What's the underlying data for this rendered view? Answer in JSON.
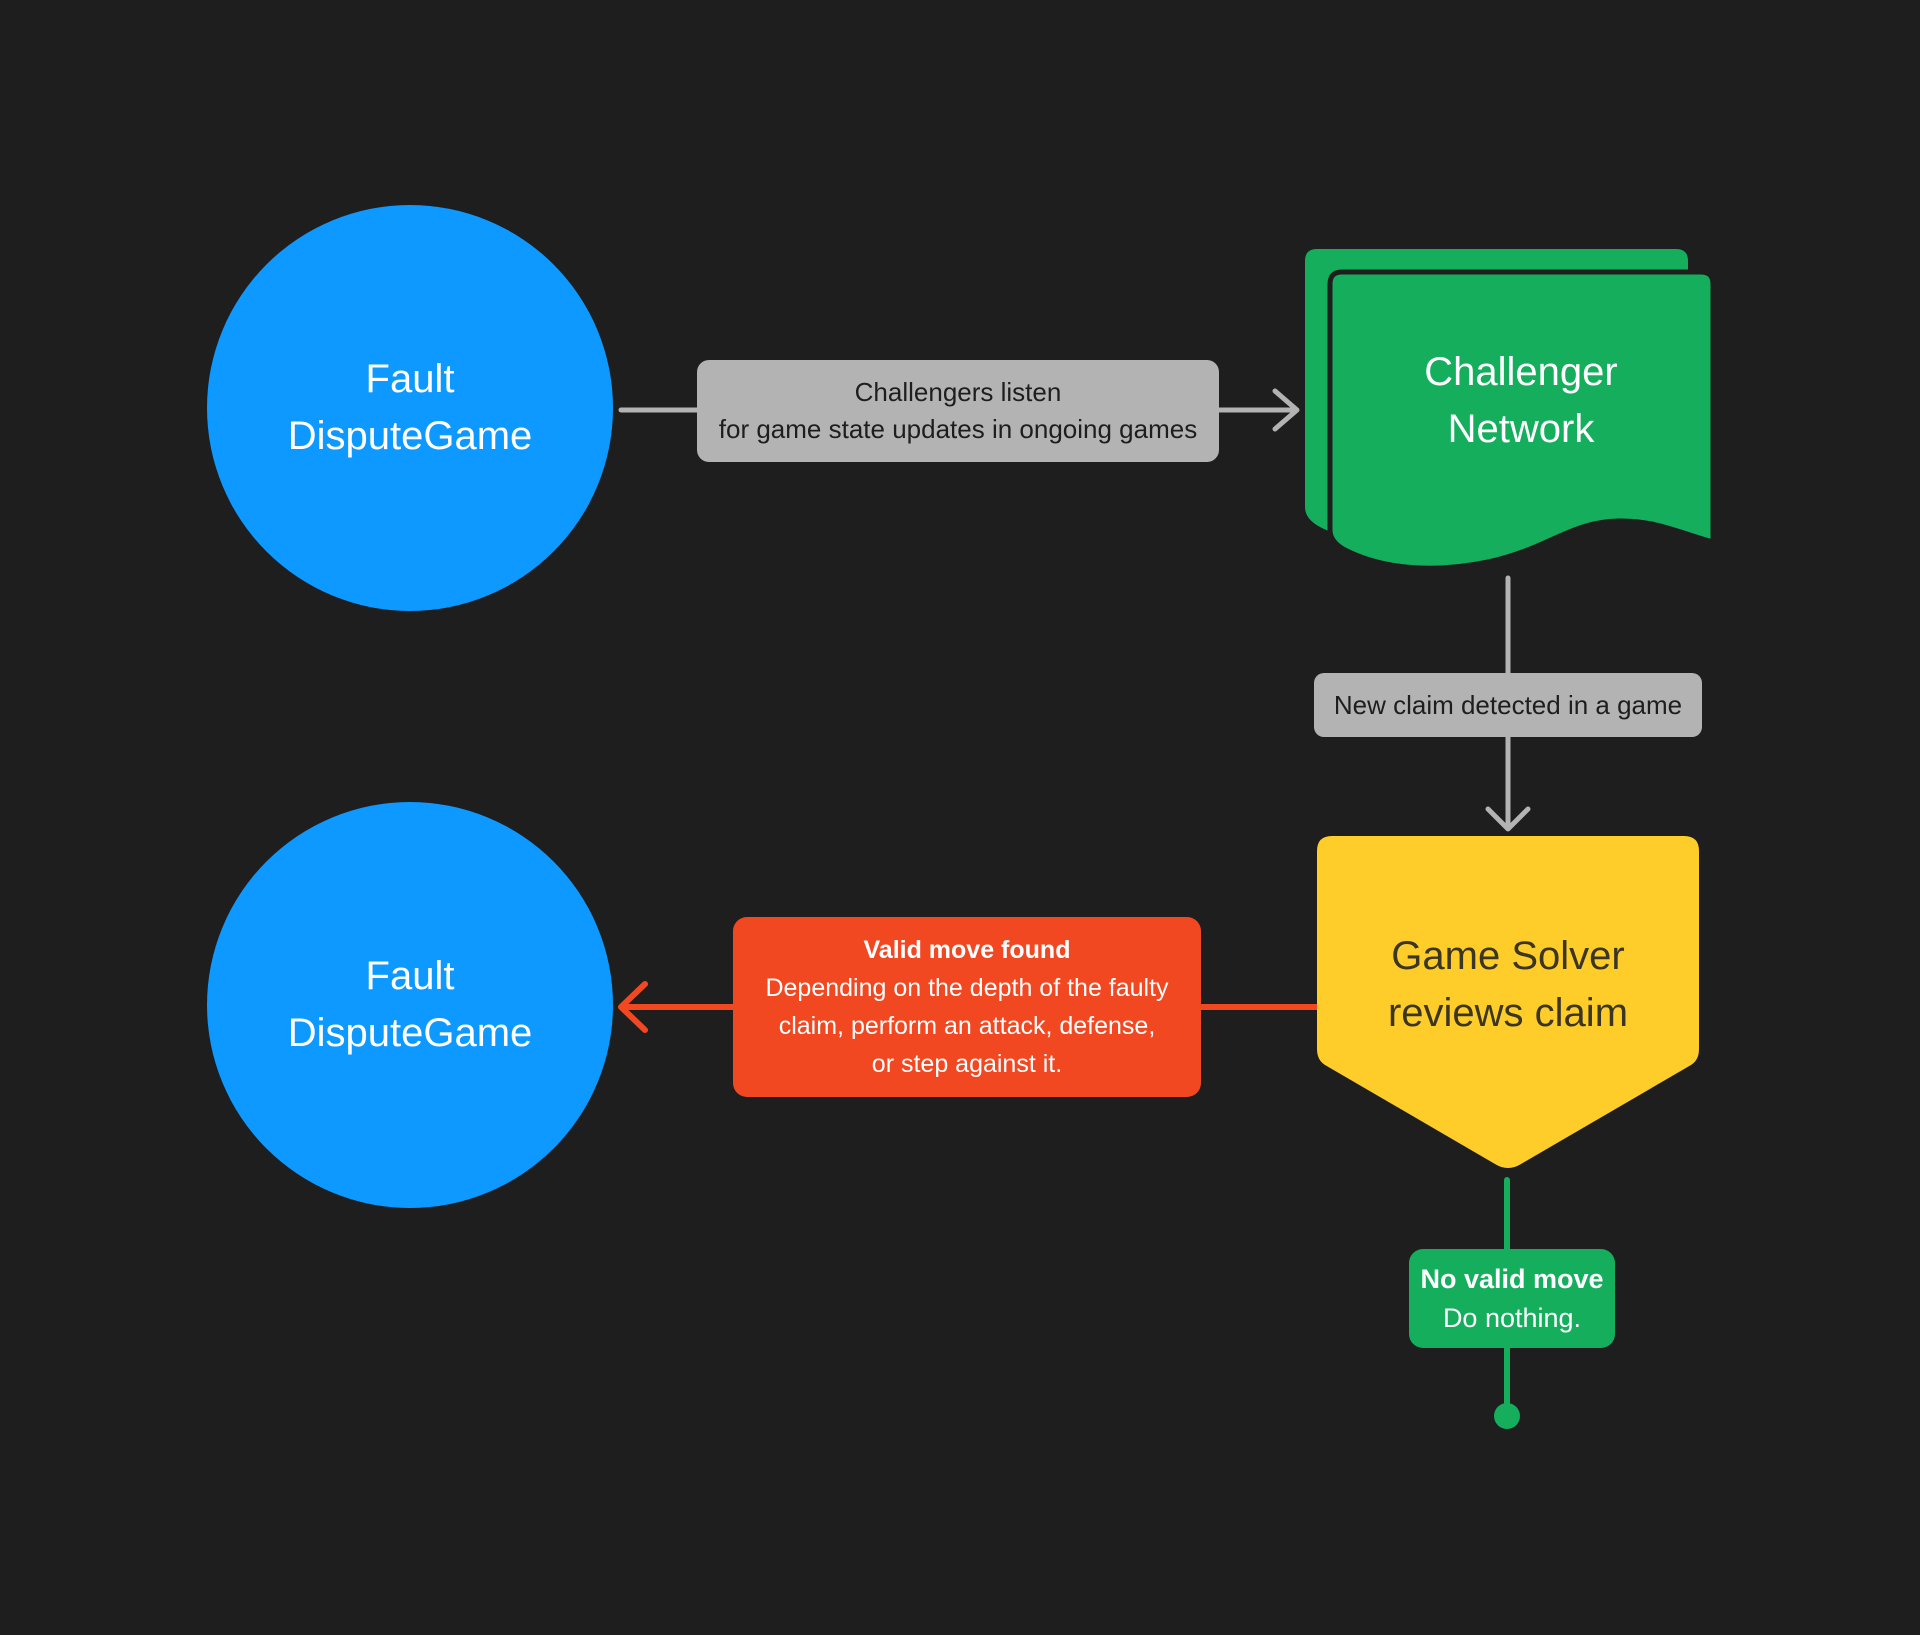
{
  "palette": {
    "background": "#1E1E1E",
    "node_blue": "#0D99FF",
    "node_green": "#14AE5C",
    "node_yellow": "#FFCD29",
    "callout_red": "#F24822",
    "label_gray": "#B3B3B3"
  },
  "nodes": {
    "fault_top": {
      "line1": "Fault",
      "line2": "DisputeGame"
    },
    "challenger_network": {
      "line1": "Challenger",
      "line2": "Network"
    },
    "game_solver": {
      "line1": "Game Solver",
      "line2": "reviews claim"
    },
    "fault_bottom": {
      "line1": "Fault",
      "line2": "DisputeGame"
    }
  },
  "edges": {
    "listen": {
      "line1": "Challengers listen",
      "line2": "for game state updates in ongoing games"
    },
    "new_claim": {
      "label": "New claim detected in a game"
    },
    "valid_move": {
      "title": "Valid move found",
      "line1": "Depending on the depth of the faulty",
      "line2": "claim, perform an attack, defense,",
      "line3": "or step against it."
    },
    "no_valid_move": {
      "title": "No valid move",
      "line1": "Do nothing."
    }
  }
}
